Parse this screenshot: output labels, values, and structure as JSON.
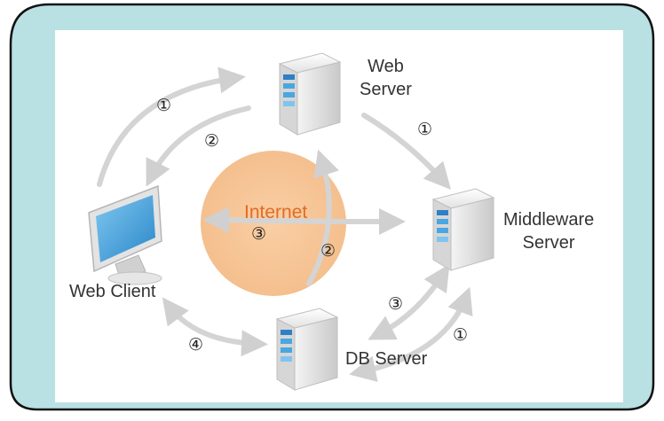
{
  "nodes": {
    "web_server": {
      "line1": "Web",
      "line2": "Server"
    },
    "middleware_server": {
      "line1": "Middleware",
      "line2": "Server"
    },
    "web_client": "Web Client",
    "db_server": "DB Server",
    "internet": "Internet"
  },
  "step_markers": {
    "client_to_webserver_top": "①",
    "webserver_to_client": "②",
    "webserver_to_middleware": "①",
    "internet_inner": "③",
    "internet_vertical": "②",
    "middleware_db_upper": "③",
    "middleware_db_lower": "①",
    "db_to_client": "④"
  },
  "colors": {
    "frame_fill": "#b9e0e3",
    "frame_stroke": "#111111",
    "canvas": "#ffffff",
    "internet_circle": "#f7c99e",
    "internet_text": "#e06c25",
    "arrow": "#d4d4d4",
    "server_body": "#dddddd",
    "server_stripe": "#4aa6e0",
    "monitor_screen": "#3a9ede"
  },
  "icons": [
    "web-server-icon",
    "middleware-server-icon",
    "db-server-icon",
    "web-client-monitor-icon"
  ]
}
